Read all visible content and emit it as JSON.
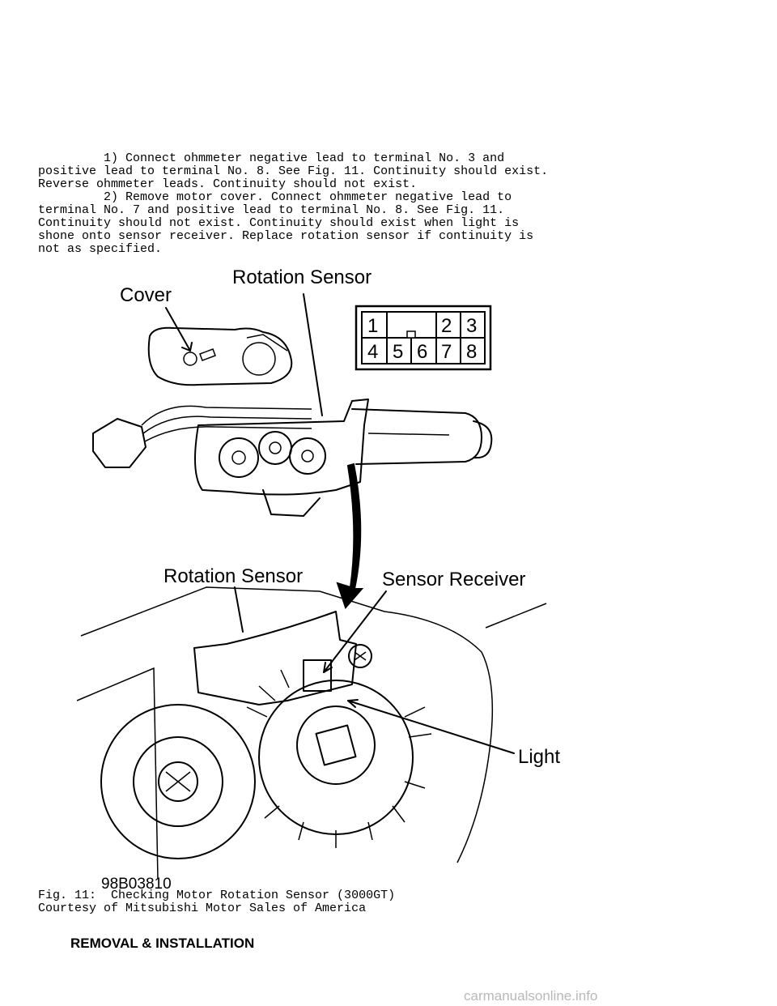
{
  "body_text": "         1) Connect ohmmeter negative lead to terminal No. 3 and\npositive lead to terminal No. 8. See Fig. 11. Continuity should exist.\nReverse ohmmeter leads. Continuity should not exist.\n         2) Remove motor cover. Connect ohmmeter negative lead to\nterminal No. 7 and positive lead to terminal No. 8. See Fig. 11.\nContinuity should not exist. Continuity should exist when light is\nshone onto sensor receiver. Replace rotation sensor if continuity is\nnot as specified.",
  "figure": {
    "labels": {
      "cover": "Cover",
      "rotation_sensor_top": "Rotation Sensor",
      "rotation_sensor_bottom": "Rotation Sensor",
      "sensor_receiver": "Sensor Receiver",
      "light": "Light",
      "figure_code": "98B03810"
    },
    "connector": {
      "top_row": [
        "1",
        "",
        "2",
        "3"
      ],
      "bottom_row": [
        "4",
        "5",
        "6",
        "7",
        "8"
      ]
    }
  },
  "caption": "Fig. 11:  Checking Motor Rotation Sensor (3000GT)\nCourtesy of Mitsubishi Motor Sales of America",
  "section_heading": "REMOVAL & INSTALLATION",
  "watermark": "carmanualsonline.info"
}
